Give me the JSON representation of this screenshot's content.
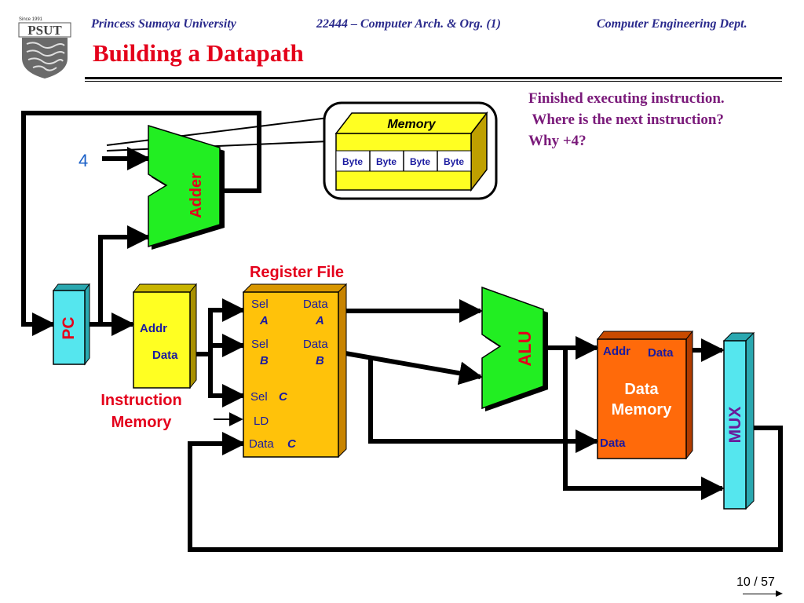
{
  "header": {
    "university": "Princess Sumaya University",
    "course": "22444 – Computer Arch. & Org. (1)",
    "department": "Computer Engineering Dept."
  },
  "logo": {
    "since": "Since 1991",
    "name": "PSUT",
    "icon": "university-crest-icon"
  },
  "title": "Building a Datapath",
  "note": [
    "Finished executing instruction.",
    " Where is the next instruction?",
    "Why +4?"
  ],
  "diagram": {
    "constant": "4",
    "adder": "Adder",
    "memory_callout": {
      "title": "Memory",
      "bytes": [
        "Byte",
        "Byte",
        "Byte",
        "Byte"
      ]
    },
    "pc": "PC",
    "instruction_memory": {
      "addr": "Addr",
      "data": "Data",
      "label_line1": "Instruction",
      "label_line2": "Memory"
    },
    "register_file": {
      "title": "Register File",
      "sel_a": "Sel",
      "sel_a_sub": "A",
      "sel_b": "Sel",
      "sel_b_sub": "B",
      "sel_c": "Sel",
      "sel_c_sub": "C",
      "ld": "LD",
      "data_c": "Data",
      "data_c_sub": "C",
      "data_a": "Data",
      "data_a_sub": "A",
      "data_b": "Data",
      "data_b_sub": "B"
    },
    "alu": "ALU",
    "data_memory": {
      "addr": "Addr",
      "data_out": "Data",
      "data_in": "Data",
      "label_line1": "Data",
      "label_line2": "Memory"
    },
    "mux": "MUX"
  },
  "page": {
    "current": "10",
    "separator": " / ",
    "total": "57"
  },
  "colors": {
    "header_text": "#2a2a8c",
    "title": "#e4001b",
    "note": "#7a1a7a",
    "adder_alu": "#22ee22",
    "pc_mux": "#55e6ee",
    "instruction_memory": "#ffff22",
    "register_file": "#ffc20a",
    "data_memory": "#ff6a0a",
    "port_label": "#1a1aa0",
    "unit_label": "#e4001b",
    "mux_label": "#6a1a9a"
  }
}
